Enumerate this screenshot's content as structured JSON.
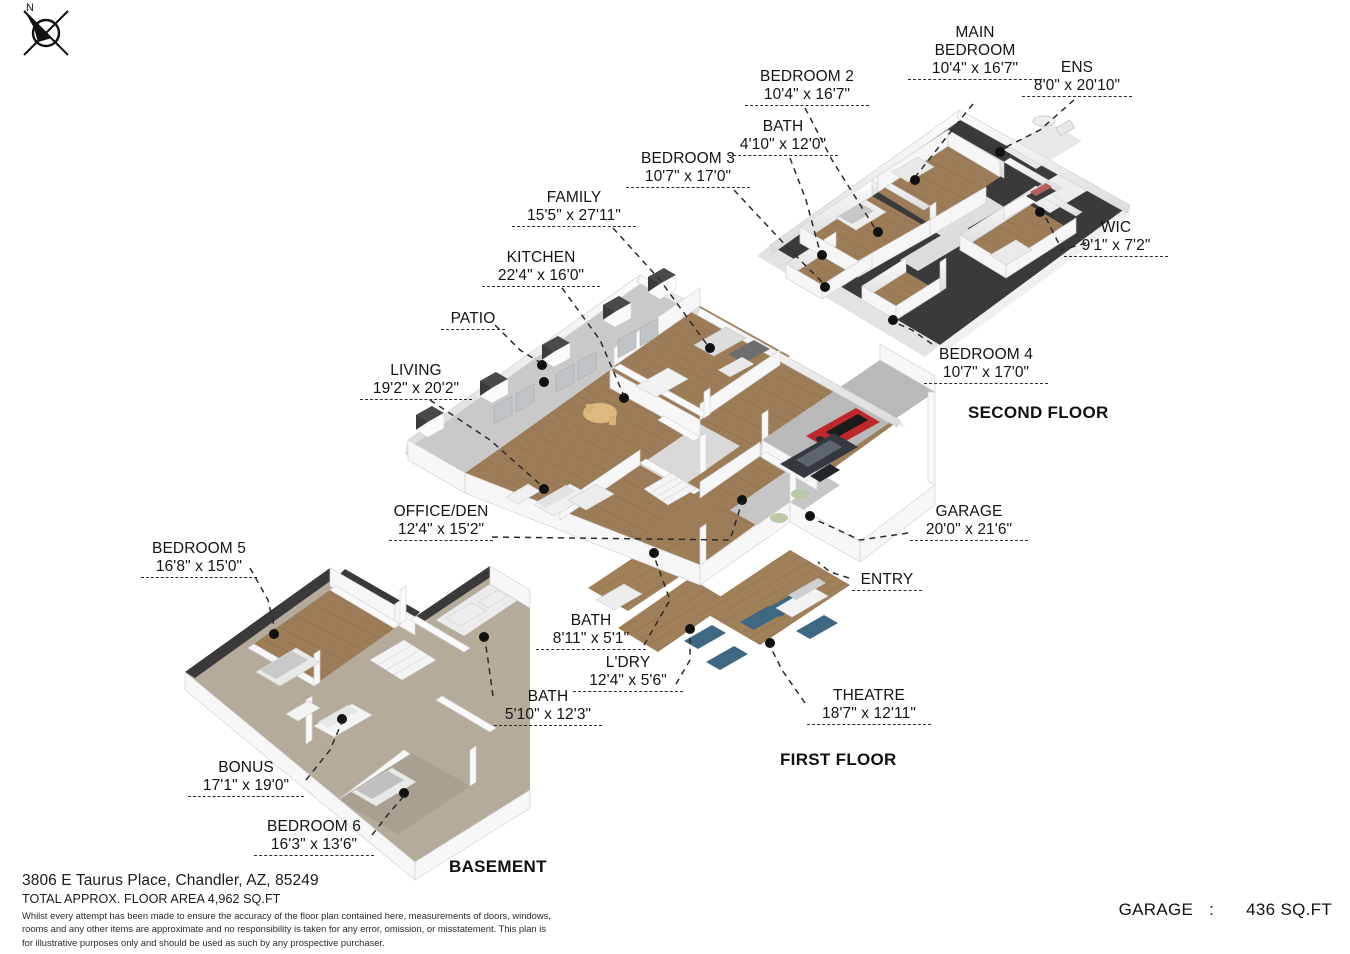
{
  "compass": {
    "north_label": "N",
    "icon": "north-arrow-compass-icon"
  },
  "colors": {
    "wood_floor": "#9d7d58",
    "patio_concrete": "#c9c9c9",
    "basement_carpet": "#b5ab9b",
    "wall": "#f4f4f4",
    "wall_shadow": "#d8d8d8",
    "roofline_dark": "#3a3a3a",
    "garage_floor": "#b9b9b9",
    "theatre_chair": "#3e6782",
    "car_red": "#c0272d",
    "car_dark": "#34393f",
    "label_text": "#141414",
    "leader_line": "#2b2b2b"
  },
  "floors": [
    {
      "id": "second-floor",
      "label": "SECOND FLOOR"
    },
    {
      "id": "first-floor",
      "label": "FIRST FLOOR"
    },
    {
      "id": "basement",
      "label": "BASEMENT"
    }
  ],
  "rooms": {
    "second_floor": [
      {
        "name": "MAIN\nBEDROOM",
        "name_lines": [
          "MAIN",
          "BEDROOM"
        ],
        "dimensions": "10'4\" x 16'7\""
      },
      {
        "name": "ENS",
        "name_lines": [
          "ENS"
        ],
        "dimensions": "8'0\" x 20'10\""
      },
      {
        "name": "WIC",
        "name_lines": [
          "WIC"
        ],
        "dimensions": "9'1\" x 7'2\""
      },
      {
        "name": "BEDROOM 2",
        "name_lines": [
          "BEDROOM 2"
        ],
        "dimensions": "10'4\" x 16'7\""
      },
      {
        "name": "BATH",
        "name_lines": [
          "BATH"
        ],
        "dimensions": "4'10\" x 12'0\""
      },
      {
        "name": "BEDROOM 3",
        "name_lines": [
          "BEDROOM 3"
        ],
        "dimensions": "10'7\" x 17'0\""
      },
      {
        "name": "BEDROOM 4",
        "name_lines": [
          "BEDROOM 4"
        ],
        "dimensions": "10'7\" x 17'0\""
      }
    ],
    "first_floor": [
      {
        "name": "FAMILY",
        "name_lines": [
          "FAMILY"
        ],
        "dimensions": "15'5\" x 27'11\""
      },
      {
        "name": "KITCHEN",
        "name_lines": [
          "KITCHEN"
        ],
        "dimensions": "22'4\" x 16'0\""
      },
      {
        "name": "PATIO",
        "name_lines": [
          "PATIO"
        ],
        "dimensions": ""
      },
      {
        "name": "LIVING",
        "name_lines": [
          "LIVING"
        ],
        "dimensions": "19'2\" x 20'2\""
      },
      {
        "name": "OFFICE/DEN",
        "name_lines": [
          "OFFICE/DEN"
        ],
        "dimensions": "12'4\" x 15'2\""
      },
      {
        "name": "BATH",
        "name_lines": [
          "BATH"
        ],
        "dimensions": "8'11\" x 5'1\""
      },
      {
        "name": "L'DRY",
        "name_lines": [
          "L'DRY"
        ],
        "dimensions": "12'4\" x 5'6\""
      },
      {
        "name": "THEATRE",
        "name_lines": [
          "THEATRE"
        ],
        "dimensions": "18'7\" x 12'11\""
      },
      {
        "name": "GARAGE",
        "name_lines": [
          "GARAGE"
        ],
        "dimensions": "20'0\" x 21'6\""
      },
      {
        "name": "ENTRY",
        "name_lines": [
          "ENTRY"
        ],
        "dimensions": ""
      }
    ],
    "basement": [
      {
        "name": "BEDROOM 5",
        "name_lines": [
          "BEDROOM 5"
        ],
        "dimensions": "16'8\" x 15'0\""
      },
      {
        "name": "BONUS",
        "name_lines": [
          "BONUS"
        ],
        "dimensions": "17'1\" x 19'0\""
      },
      {
        "name": "BEDROOM 6",
        "name_lines": [
          "BEDROOM 6"
        ],
        "dimensions": "16'3\" x 13'6\""
      },
      {
        "name": "BATH",
        "name_lines": [
          "BATH"
        ],
        "dimensions": "5'10\" x 12'3\""
      }
    ]
  },
  "footer": {
    "address": "3806 E Taurus Place, Chandler, AZ, 85249",
    "total_area": "TOTAL APPROX. FLOOR AREA 4,962 SQ.FT",
    "disclaimer": "Whilst every attempt has been made to ensure the accuracy of the floor plan contained here, measurements of doors, windows, rooms and any other items are approximate and no responsibility is taken for any error, omission, or misstatement. This plan is for illustrative purposes only and should be used as such by any prospective purchaser."
  },
  "garage_summary": {
    "label": "GARAGE",
    "separator": ":",
    "value": "436 SQ.FT"
  }
}
